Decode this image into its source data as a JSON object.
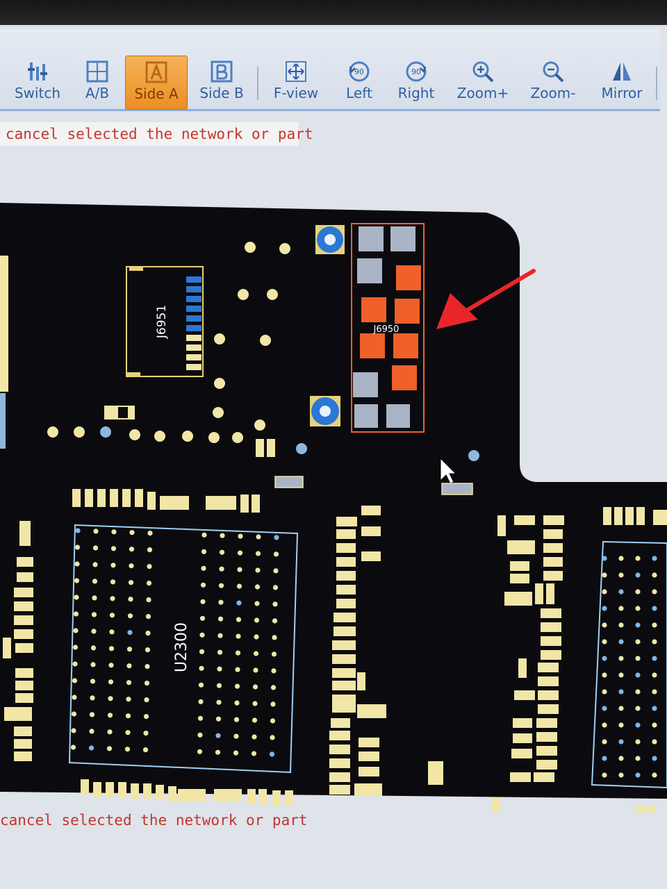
{
  "toolbar": {
    "items": [
      {
        "label": "Switch",
        "icon": "switch-icon"
      },
      {
        "label": "A/B",
        "icon": "ab-icon"
      },
      {
        "label": "Side A",
        "icon": "side-a-icon",
        "active": true
      },
      {
        "label": "Side B",
        "icon": "side-b-icon"
      },
      {
        "label": "F-view",
        "icon": "full-view-icon"
      },
      {
        "label": "Left",
        "icon": "rotate-left-icon",
        "badge": "90"
      },
      {
        "label": "Right",
        "icon": "rotate-right-icon",
        "badge": "90"
      },
      {
        "label": "Zoom+",
        "icon": "zoom-in-icon"
      },
      {
        "label": "Zoom-",
        "icon": "zoom-out-icon"
      },
      {
        "label": "Mirror",
        "icon": "mirror-icon"
      }
    ]
  },
  "status": {
    "top": "cancel selected the network or part",
    "bottom": "cancel selected the network or part"
  },
  "board": {
    "components": {
      "connector_small": "J6951",
      "connector_selected": "J6950",
      "chip": "U2300"
    },
    "colors": {
      "board": "#0b0b0f",
      "pad": "#f1e6a6",
      "pad_blue": "#7fb8e6",
      "selected_pad": "#f0602a",
      "outline": "#e9d27a",
      "arrow": "#e8262a"
    }
  }
}
